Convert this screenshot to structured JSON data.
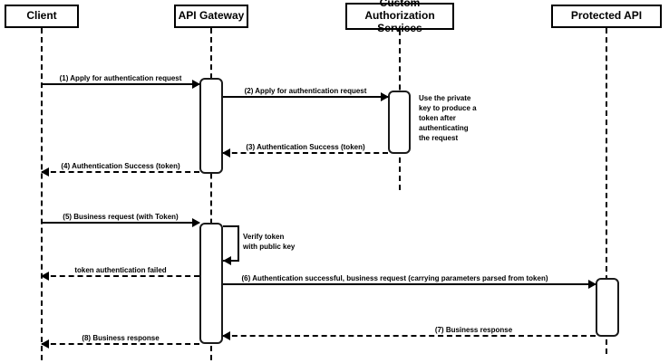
{
  "diagram_type": "sequence-diagram",
  "actors": [
    {
      "name": "client",
      "label": "Client"
    },
    {
      "name": "api-gateway",
      "label": "API Gateway"
    },
    {
      "name": "custom-authorization-services",
      "label": "Custom Authorization Services"
    },
    {
      "name": "protected-api",
      "label": "Protected API"
    }
  ],
  "messages": [
    {
      "label": "(1) Apply for authentication request",
      "from": "Client",
      "to": "API Gateway",
      "line": "solid"
    },
    {
      "label": "(2) Apply for authentication request",
      "from": "API Gateway",
      "to": "Custom Authorization Services",
      "line": "solid"
    },
    {
      "label": "(3) Authentication Success (token)",
      "from": "Custom Authorization Services",
      "to": "API Gateway",
      "line": "dashed"
    },
    {
      "label": "(4) Authentication Success (token)",
      "from": "API Gateway",
      "to": "Client",
      "line": "dashed"
    },
    {
      "label": "(5) Business request (with Token)",
      "from": "Client",
      "to": "API Gateway",
      "line": "solid"
    },
    {
      "label": "token authentication failed",
      "from": "API Gateway",
      "to": "Client",
      "line": "dashed"
    },
    {
      "label": "(6) Authentication successful, business request (carrying parameters parsed from token)",
      "from": "API Gateway",
      "to": "Protected API",
      "line": "solid"
    },
    {
      "label": "(7) Business response",
      "from": "Protected API",
      "to": "API Gateway",
      "line": "dashed"
    },
    {
      "label": "(8) Business response",
      "from": "API Gateway",
      "to": "Client",
      "line": "dashed"
    }
  ],
  "self_message": {
    "actor": "API Gateway",
    "label": "Verify token\nwith public key"
  },
  "note": {
    "actor": "Custom Authorization Services",
    "text": "Use the private\nkey to produce a\ntoken after\nauthenticating\nthe request"
  },
  "colors": {
    "stroke": "#000000",
    "background": "#ffffff"
  }
}
